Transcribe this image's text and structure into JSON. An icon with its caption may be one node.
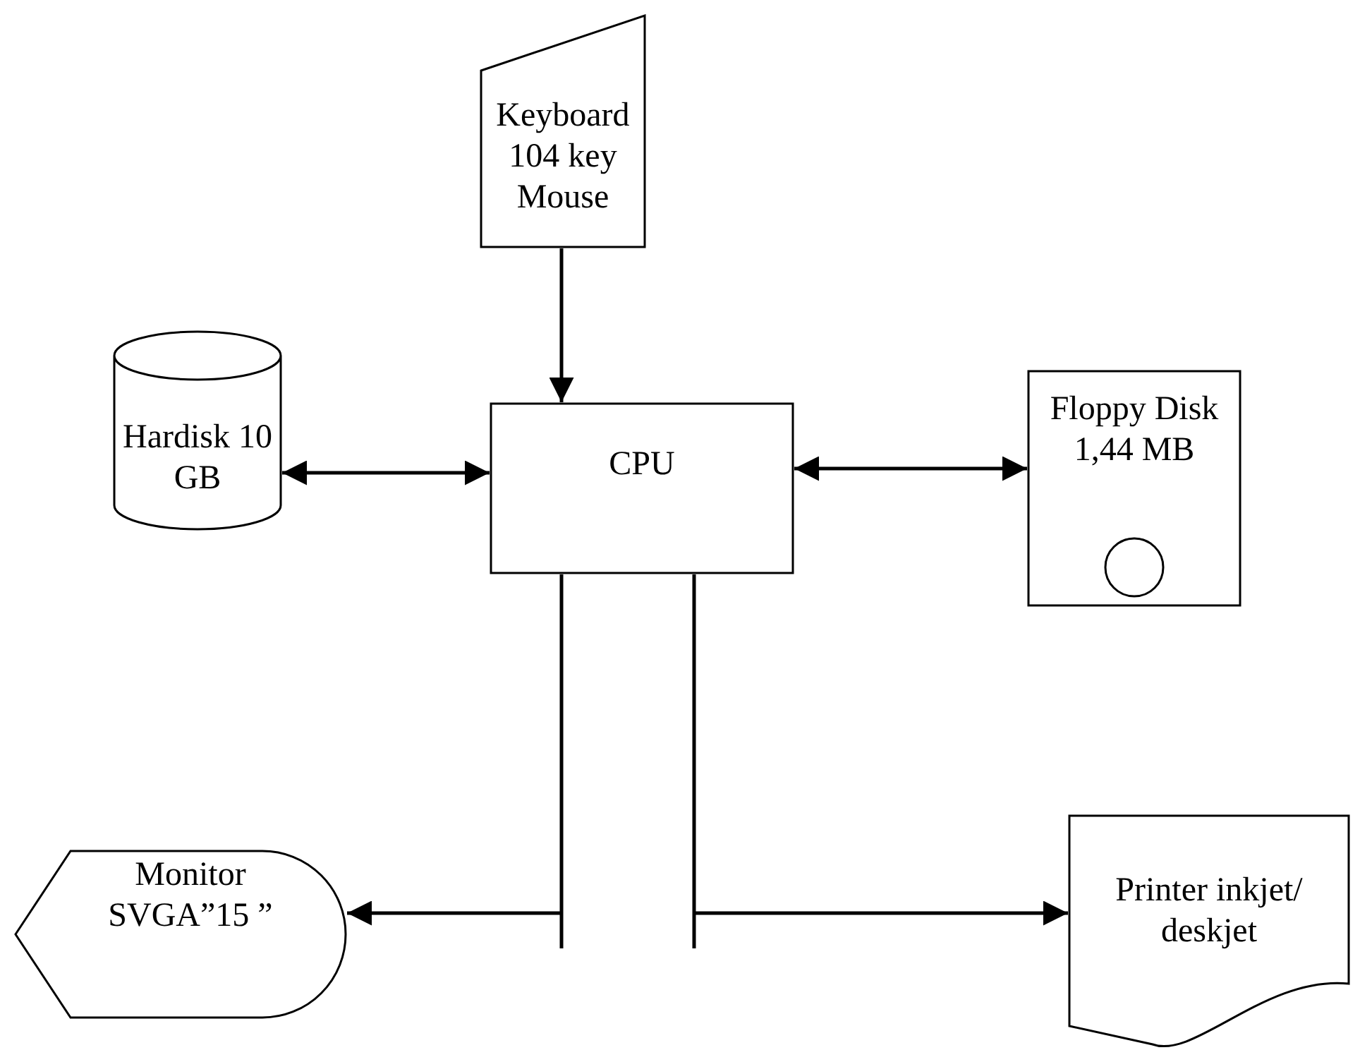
{
  "diagram": {
    "nodes": [
      {
        "text": [
          "Keyboard 104 key Mouse"
        ]
      },
      {
        "text": [
          "Hardisk 10 GB"
        ]
      },
      {
        "text": [
          "CPU"
        ]
      },
      {
        "text": [
          "Floppy Disk 1,44 MB"
        ]
      },
      {
        "text": [
          "Monitor SVGA”15 ”"
        ]
      },
      {
        "text": [
          "Printer inkjet/ deskjet"
        ]
      }
    ],
    "edges": [
      {
        "from": 0,
        "to": 2,
        "arrow": "to"
      },
      {
        "from": 1,
        "to": 2,
        "arrow": "both"
      },
      {
        "from": 2,
        "to": 3,
        "arrow": "both"
      },
      {
        "from": 2,
        "to": 4,
        "arrow": "to"
      },
      {
        "from": 2,
        "to": 5,
        "arrow": "to"
      }
    ]
  }
}
